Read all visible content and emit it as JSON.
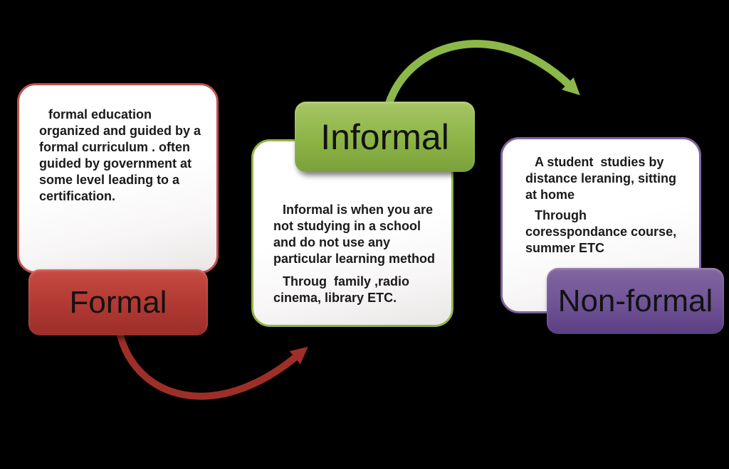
{
  "background": "#000000",
  "nodes": {
    "formal": {
      "label": "Formal",
      "accent": "#c0504d",
      "body": [
        "formal education organized and guided by a formal curriculum . often guided by government at some level leading to a certification."
      ]
    },
    "informal": {
      "label": "Informal",
      "accent": "#94b54a",
      "body": [
        "Informal is when you are not studying in a school and do not use any particular learning method",
        "Throug  family ,radio cinema, library ETC."
      ]
    },
    "nonformal": {
      "label": "Non-formal",
      "accent": "#8064a2",
      "body": [
        "A student  studies by distance leraning, sitting at home",
        "Through coresspondance course, summer ETC"
      ]
    }
  },
  "arrows": {
    "formal_to_informal": {
      "from": "Formal",
      "to": "Informal",
      "color": "#9e2f28"
    },
    "informal_to_nonformal": {
      "from": "Informal",
      "to": "Non-formal",
      "color": "#8cb84a"
    }
  }
}
